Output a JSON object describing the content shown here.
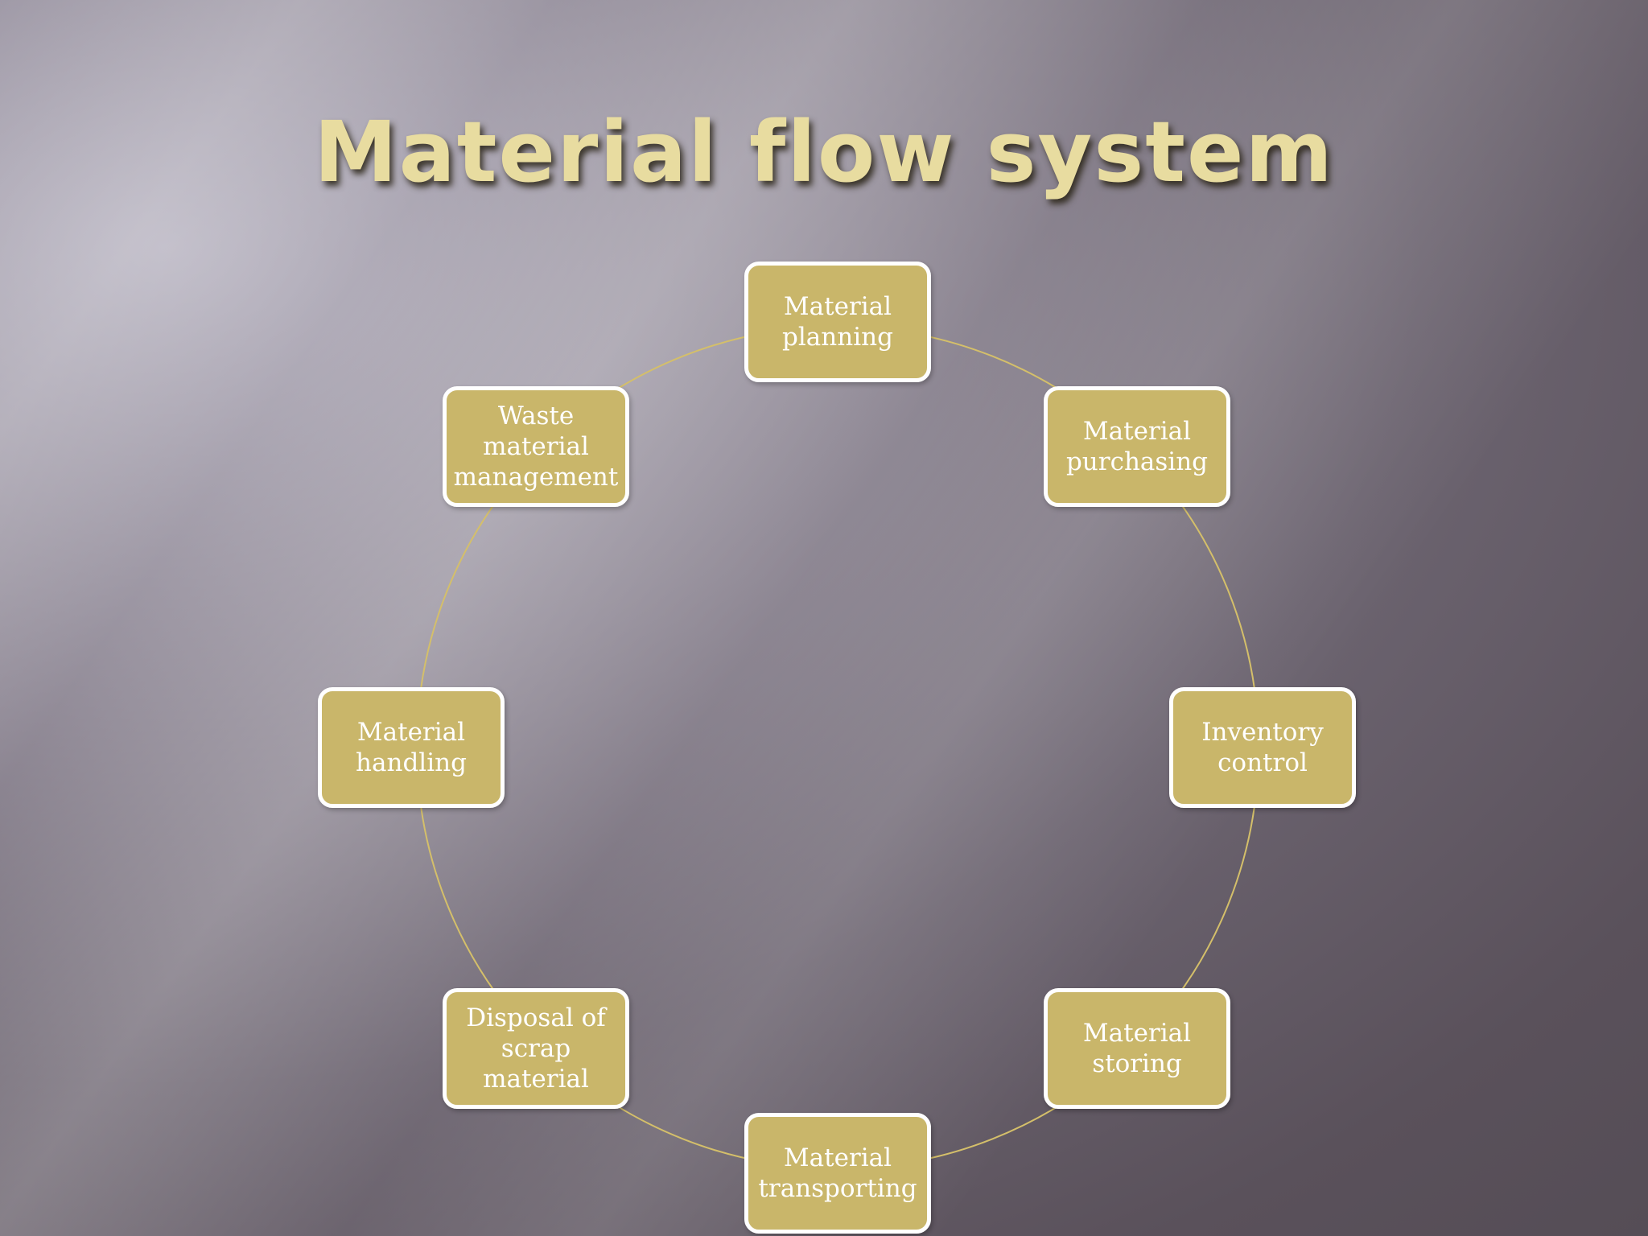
{
  "slide": {
    "title": "Material flow system"
  },
  "diagram": {
    "connector_color": "#d4bf6a",
    "node_fill": "#c9b66a",
    "node_border": "#ffffff",
    "nodes": [
      {
        "id": "material-planning",
        "label": "Material planning"
      },
      {
        "id": "material-purchasing",
        "label": "Material purchasing"
      },
      {
        "id": "inventory-control",
        "label": "Inventory control"
      },
      {
        "id": "material-storing",
        "label": "Material storing"
      },
      {
        "id": "material-transporting",
        "label": "Material transporting"
      },
      {
        "id": "disposal-of-scrap-material",
        "label": "Disposal of scrap material"
      },
      {
        "id": "material-handling",
        "label": "Material handling"
      },
      {
        "id": "waste-material-management",
        "label": "Waste material management"
      }
    ]
  }
}
